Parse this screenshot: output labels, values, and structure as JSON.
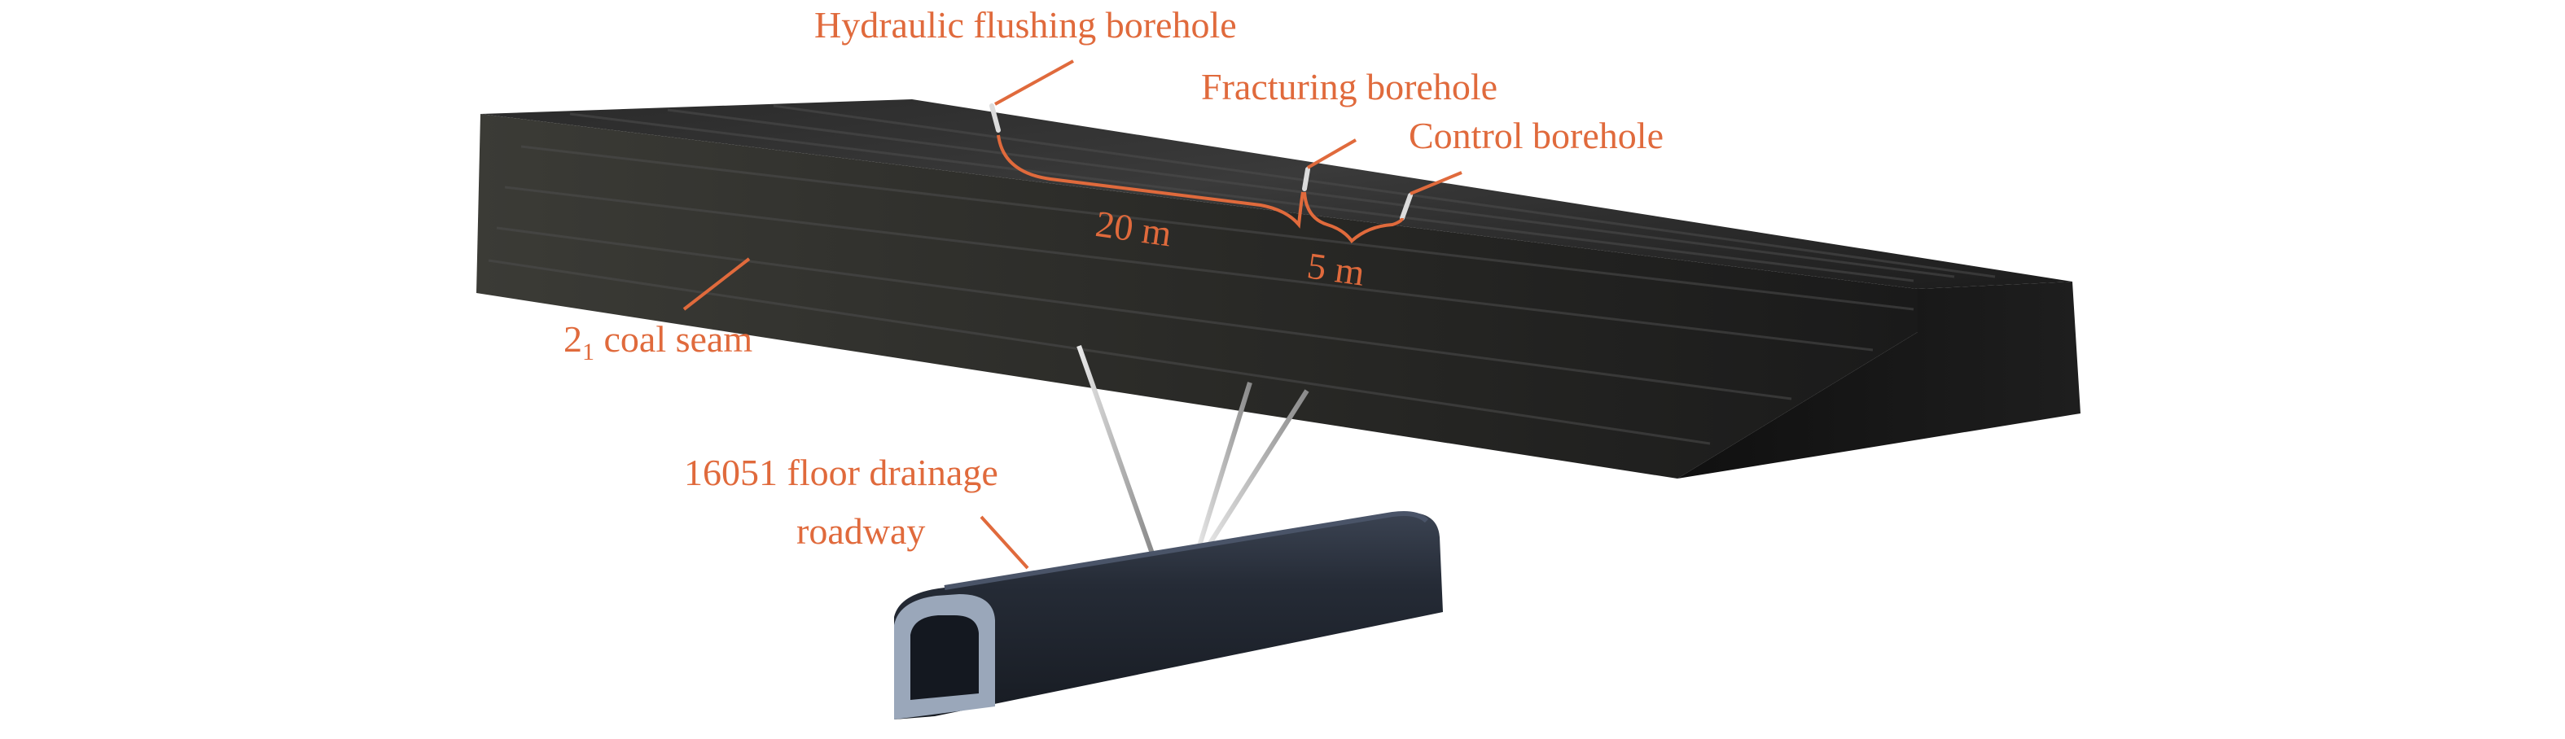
{
  "colors": {
    "annotation": "#E06A3C",
    "seam_dark": "#151515",
    "seam_mid": "#2f2f2f",
    "seam_light": "#5a5a5a",
    "roadway_outer": "#2c3340",
    "roadway_rim": "#9aa7ba",
    "borehole_line": "#b8b8b8"
  },
  "labels": {
    "hydraulic_flushing_borehole": "Hydraulic flushing borehole",
    "fracturing_borehole": "Fracturing borehole",
    "control_borehole": "Control borehole",
    "spacing_20m": "20 m",
    "spacing_5m": "5 m",
    "coal_seam_number": "2",
    "coal_seam_subscript": "1",
    "coal_seam_text": " coal seam",
    "roadway_line1": "16051 floor drainage",
    "roadway_line2": "roadway"
  }
}
